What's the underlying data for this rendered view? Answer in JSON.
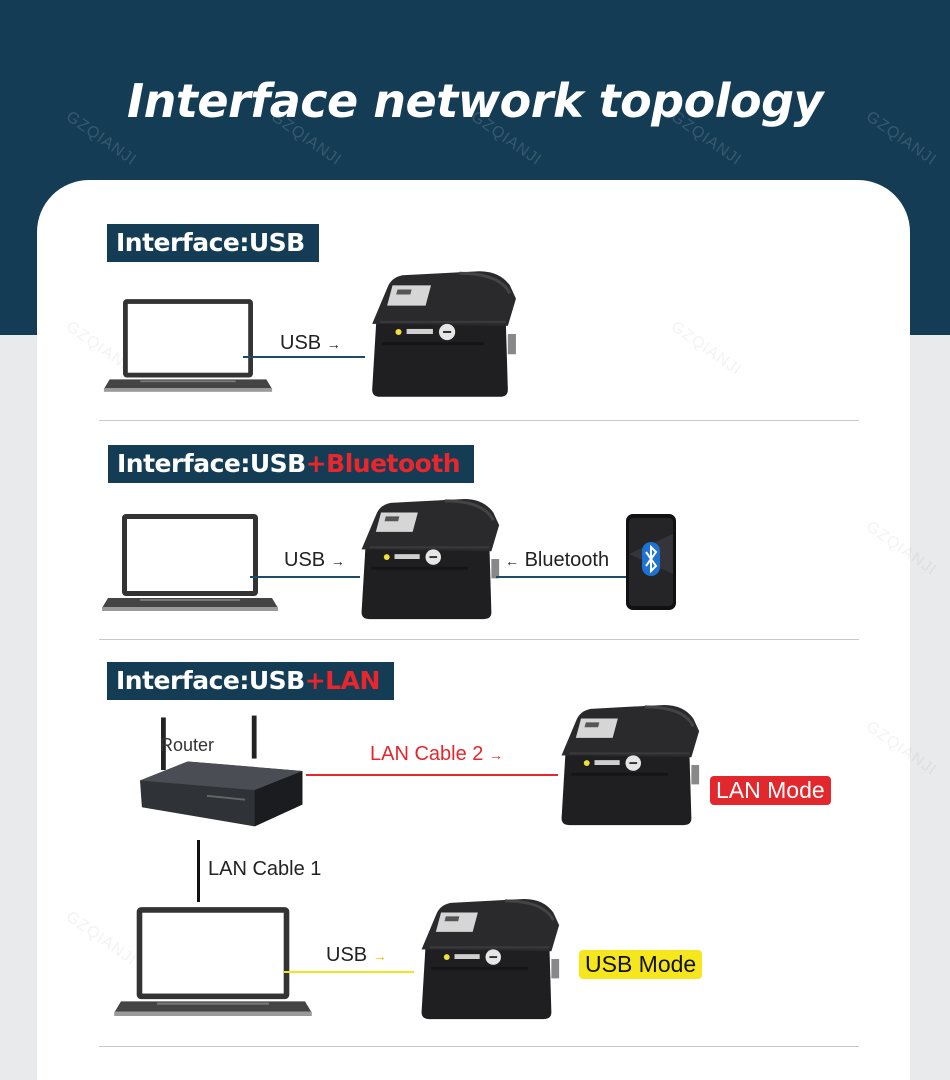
{
  "header": {
    "title": "Interface network topology"
  },
  "watermark": "GZQIANJI",
  "colors": {
    "navy": "#143d55",
    "accent_red": "#e9262b",
    "highlight_yellow": "#f6e61d"
  },
  "sections": [
    {
      "tag_main": "Interface:USB",
      "tag_accent": "",
      "usb_label": "USB"
    },
    {
      "tag_main": "Interface:USB",
      "tag_accent": "+Bluetooth",
      "usb_label": "USB",
      "bluetooth_label": "Bluetooth"
    },
    {
      "tag_main": "Interface:USB",
      "tag_accent": "+LAN",
      "router_label": "Router",
      "lan_cable_2_label": "LAN Cable 2",
      "lan_cable_1_label": "LAN Cable 1",
      "usb_label": "USB",
      "lan_mode": "LAN Mode",
      "usb_mode": "USB Mode"
    }
  ]
}
